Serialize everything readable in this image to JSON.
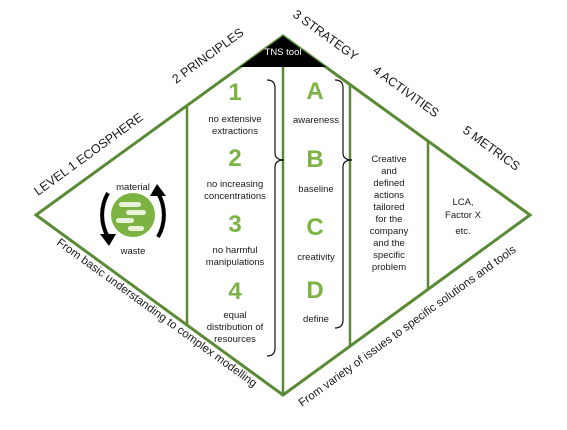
{
  "colors": {
    "frame": "#5a8a35",
    "accent": "#7cb342",
    "tool_bg": "#000000",
    "planet_sea": "#7cb342",
    "planet_land": "#e6f2d9"
  },
  "levels": {
    "l1": "LEVEL 1 ECOSPHERE",
    "l2": "2 PRINCIPLES",
    "l3": "3 STRATEGY",
    "l4": "4 ACTIVITIES",
    "l5": "5 METRICS"
  },
  "tns_tool": "TNS tool",
  "ecosphere": {
    "top": "material",
    "bottom": "waste"
  },
  "principles": [
    {
      "num": "1",
      "lines": [
        "no extensive",
        "extractions"
      ]
    },
    {
      "num": "2",
      "lines": [
        "no increasing",
        "concentrations"
      ]
    },
    {
      "num": "3",
      "lines": [
        "no harmful",
        "manipulations"
      ]
    },
    {
      "num": "4",
      "lines": [
        "equal",
        "distribution of",
        "resources"
      ]
    }
  ],
  "strategy": [
    {
      "letter": "A",
      "label": "awareness"
    },
    {
      "letter": "B",
      "label": "baseline"
    },
    {
      "letter": "C",
      "label": "creativity"
    },
    {
      "letter": "D",
      "label": "define"
    }
  ],
  "activities": [
    "Creative",
    "and",
    "defined",
    "actions",
    "tailored",
    "for the",
    "company",
    "and the",
    "specific",
    "problem"
  ],
  "metrics": [
    "LCA,",
    "Factor X",
    "etc."
  ],
  "bottom_left": "From basic understanding to complex modelling",
  "bottom_right": "From variety of issues to specific solutions and tools"
}
